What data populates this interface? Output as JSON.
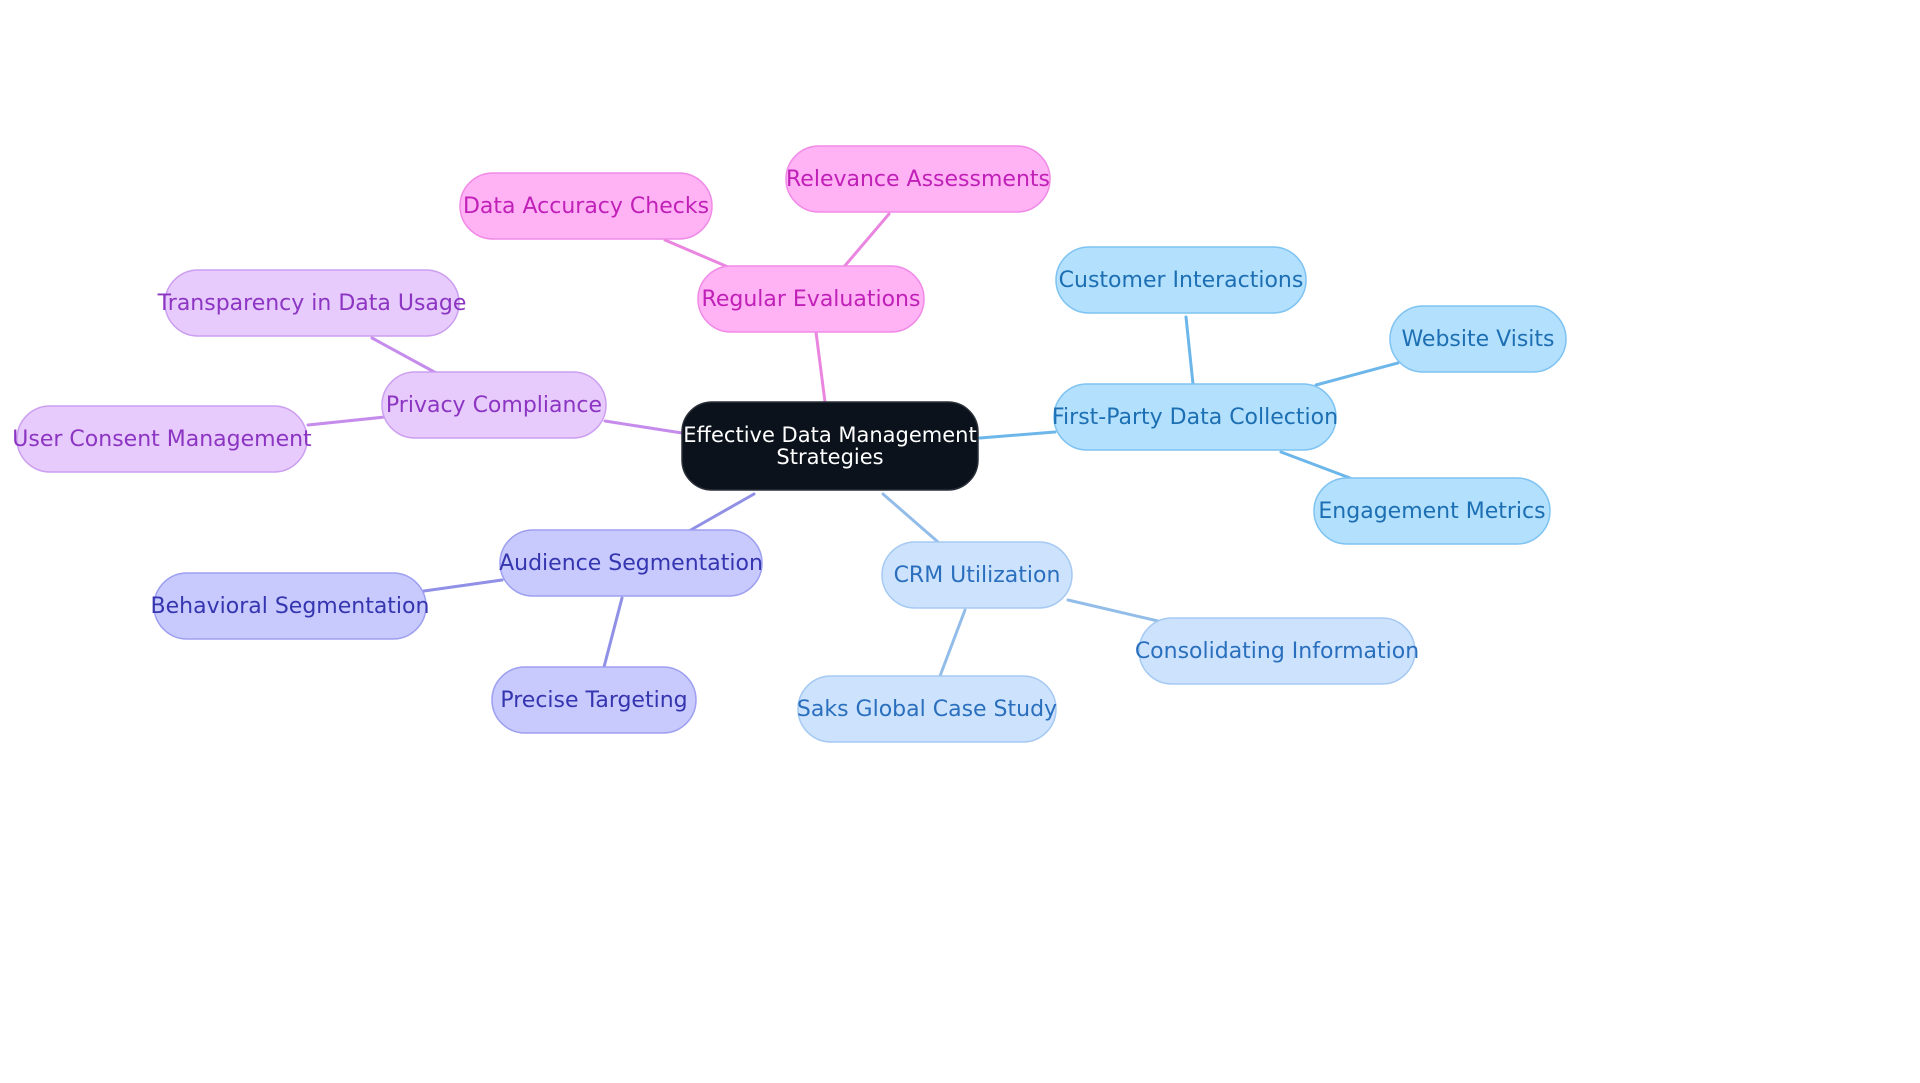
{
  "mindmap": {
    "center": {
      "lines": [
        "Effective Data Management",
        "Strategies"
      ],
      "fill": "#0b121b",
      "text_color": "#ffffff"
    },
    "branches": [
      {
        "key": "regular-evaluations",
        "label": "Regular Evaluations",
        "colors": {
          "fill": "#ffb3f5",
          "stroke": "#f08ae6",
          "text": "#c020b8",
          "edge": "#ea86e0"
        },
        "children": [
          "Data Accuracy Checks",
          "Relevance Assessments"
        ]
      },
      {
        "key": "first-party-data-collection",
        "label": "First-Party Data Collection",
        "colors": {
          "fill": "#b3e0fd",
          "stroke": "#7ec3f2",
          "text": "#1d6fb3",
          "edge": "#6cb6ea"
        },
        "children": [
          "Customer Interactions",
          "Website Visits",
          "Engagement Metrics"
        ]
      },
      {
        "key": "crm-utilization",
        "label": "CRM Utilization",
        "colors": {
          "fill": "#cde3fd",
          "stroke": "#a5c9f2",
          "text": "#2a6fbd",
          "edge": "#93bde9"
        },
        "children": [
          "Consolidating Information",
          "Saks Global Case Study"
        ]
      },
      {
        "key": "audience-segmentation",
        "label": "Audience Segmentation",
        "colors": {
          "fill": "#c8cafd",
          "stroke": "#9d9ff0",
          "text": "#3535b0",
          "edge": "#9090e6"
        },
        "children": [
          "Behavioral Segmentation",
          "Precise Targeting"
        ]
      },
      {
        "key": "privacy-compliance",
        "label": "Privacy Compliance",
        "colors": {
          "fill": "#e7cbfc",
          "stroke": "#cc9ff0",
          "text": "#8c35c2",
          "edge": "#c58ceb"
        },
        "children": [
          "Transparency in Data Usage",
          "User Consent Management"
        ]
      }
    ]
  }
}
